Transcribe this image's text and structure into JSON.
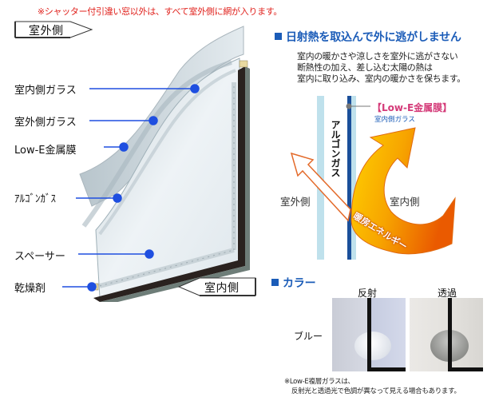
{
  "notice": "※シャッター付引違い窓以外は、すべて室外側に網が入ります。",
  "left_diagram": {
    "outdoor_tag": "室外側",
    "indoor_tag": "室内側",
    "labels": [
      {
        "id": "indoor-glass",
        "text": "室内側ガラス"
      },
      {
        "id": "outdoor-glass",
        "text": "室外側ガラス"
      },
      {
        "id": "low-e-film",
        "text": "Low-E金属膜"
      },
      {
        "id": "argon-gas",
        "text": "ｱﾙｺﾞﾝｶﾞｽ"
      },
      {
        "id": "spacer",
        "text": "スペーサー"
      },
      {
        "id": "desiccant",
        "text": "乾燥剤"
      }
    ],
    "leader_color": "#1f4fe0"
  },
  "right_top": {
    "heading": "日射熱を取込んで外に逃がしません",
    "description": [
      "室内の暖かさや涼しさを室外に逃がさない",
      "断熱性の加え、差し込む太陽の熱は",
      "室内に取り込み、室内の暖かさを保ちます。"
    ],
    "diagram": {
      "low_e_label": "【Low-E金属膜】",
      "low_e_sub": "室内側ガラス",
      "argon_label": "アルゴンガス",
      "outdoor_label": "室外側",
      "indoor_label": "室内側",
      "arrow_label": "暖房エネルギー"
    },
    "accent_color": "#1b5cb8"
  },
  "color_section": {
    "heading": "カラー",
    "columns": [
      "反射",
      "透過"
    ],
    "rows": [
      {
        "label": "ブルー"
      }
    ],
    "footnote_line1": "※Low-E複層ガラスは、",
    "footnote_line2": "反射光と透過光で色調が異なって見える場合もあります。"
  }
}
